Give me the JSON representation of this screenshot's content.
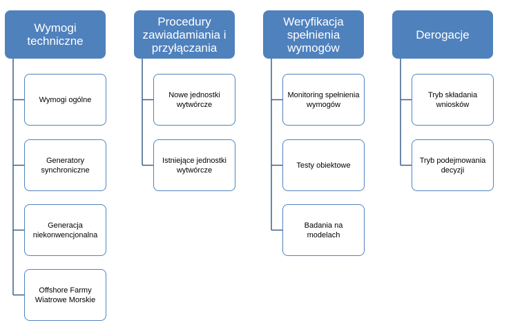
{
  "colors": {
    "header_fill": "#4F81BD",
    "header_text": "#FFFFFF",
    "child_border": "#4F81BD",
    "child_text": "#000000",
    "connector": "#3A5F8A"
  },
  "columns": [
    {
      "title": "Wymogi techniczne",
      "items": [
        "Wymogi ogólne",
        "Generatory synchroniczne",
        "Generacja niekonwencjonalna",
        "Offshore Farmy Wiatrowe Morskie"
      ]
    },
    {
      "title": "Procedury zawiadamiania i przyłączania",
      "items": [
        "Nowe jednostki wytwórcze",
        "Istniejące jednostki wytwórcze"
      ]
    },
    {
      "title": "Weryfikacja spełnienia wymogów",
      "items": [
        "Monitoring spełnienia wymogów",
        "Testy obiektowe",
        "Badania na modelach"
      ]
    },
    {
      "title": "Derogacje",
      "items": [
        "Tryb składania wniosków",
        "Tryb podejmowania decyzji"
      ]
    }
  ]
}
